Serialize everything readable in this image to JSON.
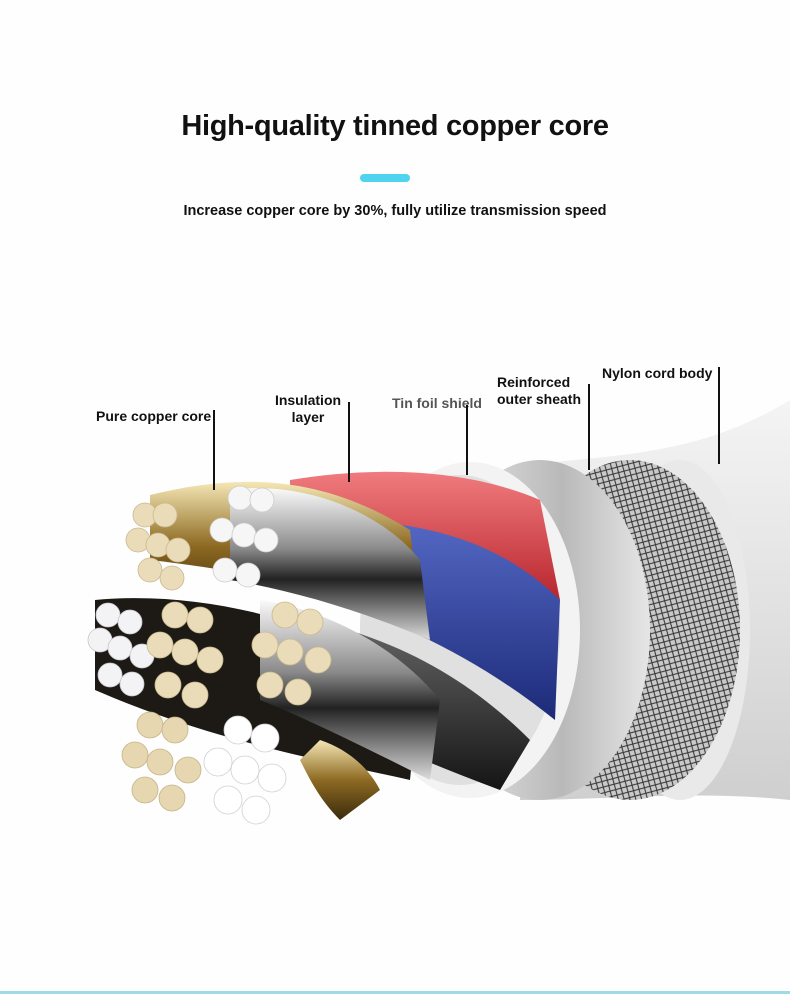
{
  "header": {
    "title": "High-quality tinned copper core",
    "subtitle": "Increase copper core by 30%, fully utilize transmission speed",
    "accent_color": "#4fd3ee"
  },
  "diagram": {
    "labels": {
      "copper_core": "Pure copper core",
      "insulation_line1": "Insulation",
      "insulation_line2": "layer",
      "tin_foil": "Tin foil shield",
      "sheath_line1": "Reinforced",
      "sheath_line2": "outer sheath",
      "nylon": "Nylon cord body"
    },
    "colors": {
      "red_wire": "#e2545a",
      "blue_wire": "#2a3d9a",
      "copper": "#eadcb8",
      "silver": "#f2f2f4",
      "shield": "#d8d8d8",
      "footer_line": "#9fdbe6"
    }
  }
}
